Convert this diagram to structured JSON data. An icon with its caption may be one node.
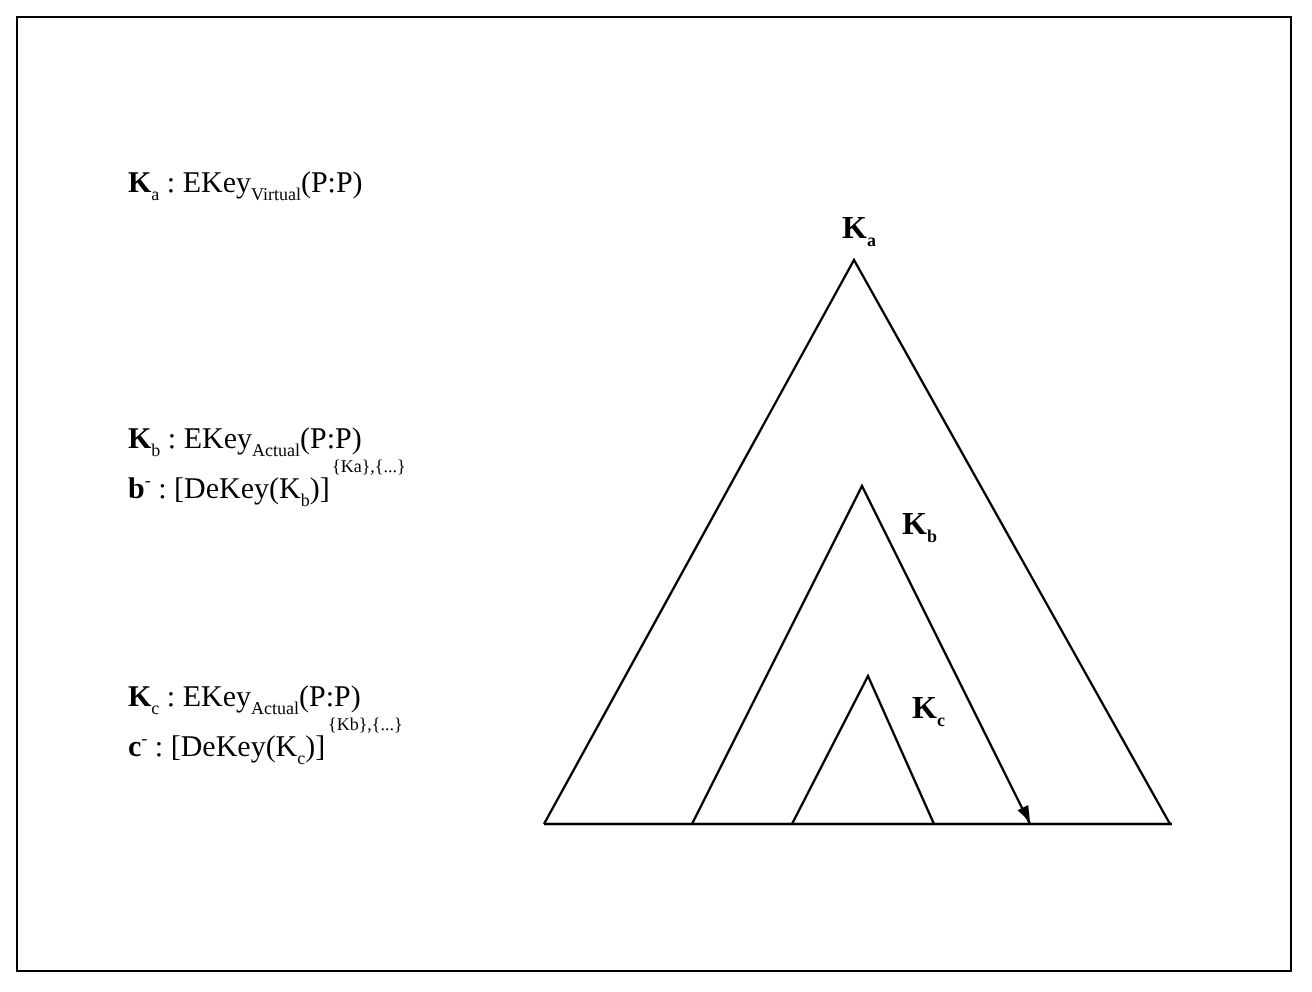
{
  "diagram": {
    "nodes": [
      {
        "text": [
          "K$_{a}$"
        ]
      },
      {
        "text": [
          "K$_{b}$"
        ],
        "in": 0
      },
      {
        "text": [
          "K$_{c}$"
        ],
        "in": 1
      }
    ],
    "edges": [],
    "labels": [
      "**K**$_{a}$ : EKey$_{Virtual}$(P:P)",
      "**K**$_{b}$ : EKey$_{Actual}$(P:P)",
      "**b**$^{-}$ : [DeKey(K$_{b}$)]",
      "{Ka},{...}",
      "**K**$_{c}$ : EKey$_{Actual}$(P:P)",
      "**c**$^{-}$ : [DeKey(K$_{c}$)]",
      "{Kb},{...}"
    ]
  }
}
